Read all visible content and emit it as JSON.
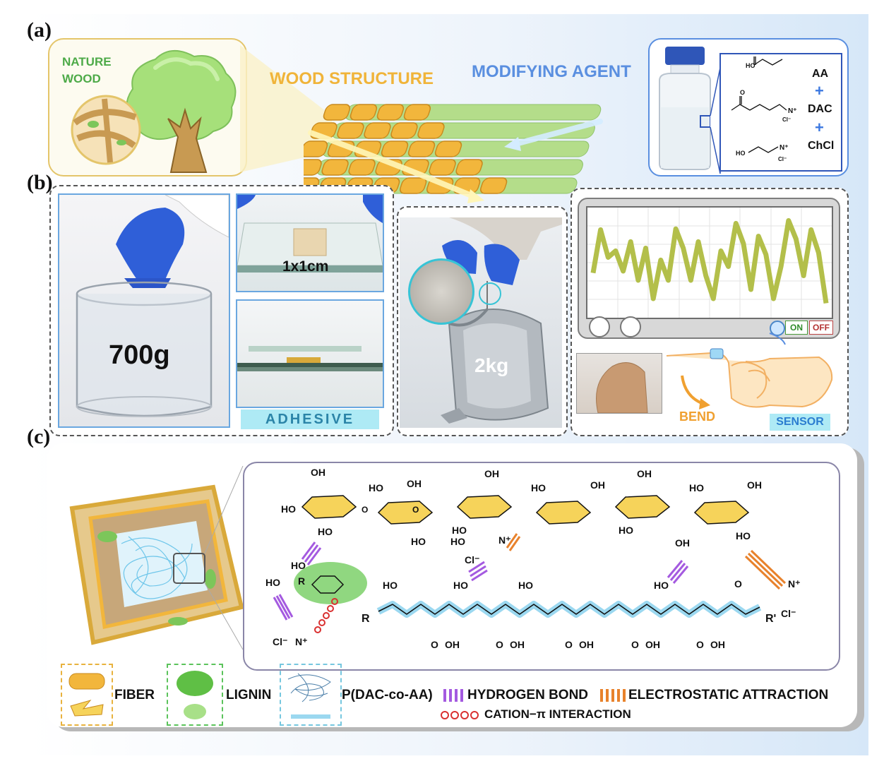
{
  "panels": {
    "a": "(a)",
    "b": "(b)",
    "c": "(c)"
  },
  "panel_a": {
    "nature_wood": [
      "NATURE",
      "WOOD"
    ],
    "wood_structure": "WOOD STRUCTURE",
    "modifying_agent": "MODIFYING AGENT",
    "agents": {
      "aa": "AA",
      "plus1": "+",
      "dac": "DAC",
      "plus2": "+",
      "chcl": "ChCl"
    }
  },
  "panel_b": {
    "weight_700": "700g",
    "sample_size": "1x1cm",
    "adhesive": "ADHESIVE",
    "weight_2kg": "2kg",
    "on": "ON",
    "off": "OFF",
    "bend": "BEND",
    "sensor": "SENSOR"
  },
  "panel_c": {
    "substituents": {
      "r": "R",
      "r_prime": "R'"
    },
    "legend": {
      "fiber": "FIBER",
      "lignin": "LIGNIN",
      "polymer": "P(DAC-co-AA)",
      "hydrogen_bond": "HYDROGEN BOND",
      "electrostatic": "ELECTROSTATIC ATTRACTION",
      "cation_pi": "CATION−π INTERACTION"
    }
  },
  "colors": {
    "wood_yellow": "#f2b63c",
    "fiber_green": "#b4dd8a",
    "agent_blue": "#5a8fe0",
    "hbond_purple": "#a45ae0",
    "electro_orange": "#e8822c",
    "cation_red": "#d93030",
    "sensor_trace": "#b3bf4a",
    "adhesive_bg": "#aeeaf5"
  },
  "sensor_trace": [
    0.38,
    0.85,
    0.55,
    0.62,
    0.4,
    0.72,
    0.3,
    0.65,
    0.1,
    0.52,
    0.3,
    0.86,
    0.65,
    0.3,
    0.72,
    0.35,
    0.1,
    0.62,
    0.45,
    0.92,
    0.7,
    0.2,
    0.78,
    0.58,
    0.1,
    0.45,
    0.95,
    0.75,
    0.35,
    0.85,
    0.6,
    0.05
  ]
}
